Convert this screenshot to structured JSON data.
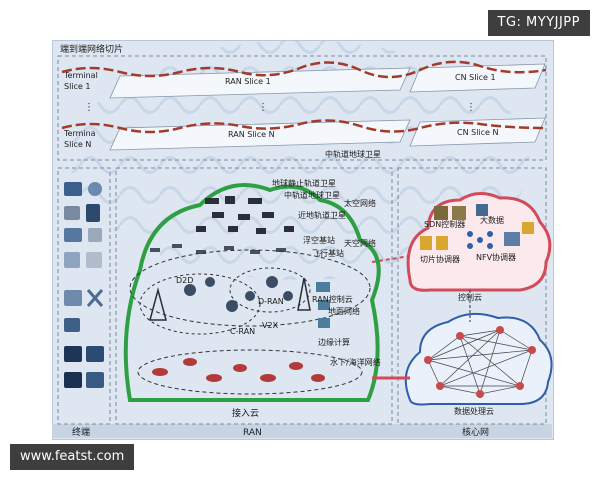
{
  "watermark": {
    "tg": "TG: MYYJJPP",
    "website": "www.featst.com"
  },
  "slicing": {
    "title": "端到端网络切片",
    "slice1": {
      "terminal": [
        "Terminal",
        "Slice 1"
      ],
      "ran": "RAN Slice 1",
      "cn": "CN Slice 1"
    },
    "sliceN": {
      "terminal": [
        "Termina",
        "Slice N"
      ],
      "ran": "RAN Slice N",
      "cn": "CN Slice N"
    },
    "dots": "⋮",
    "meo_label": "中轨道地球卫星"
  },
  "ran": {
    "geo": "地球静止轨道卫星",
    "meo": "中轨道地球卫星",
    "leo": "近地轨道卫星",
    "space": "太空网络",
    "stratosphere": "浮空基站",
    "aerial_bs": "飞行基站",
    "air": "天空网络",
    "d2d": "D2D",
    "dran": "D-RAN",
    "cran": "C-RAN",
    "v2x": "V2X",
    "ran_ctrl": "RAN控制云",
    "ground": "地面网络",
    "edge": "边缘计算",
    "underwater": "水下/海洋网络",
    "access_cloud": "接入云"
  },
  "core": {
    "sdn": "SDN控制器",
    "bigdata": "大数据",
    "slice_orch": "切片协调器",
    "nfv": "NFV协调器",
    "ctrl_cloud": "控制云",
    "data_cloud": "数据处理云"
  },
  "bottom": {
    "terminal": "终端",
    "ran": "RAN",
    "core": "核心网"
  },
  "colors": {
    "access_cloud": "#2ea043",
    "control_cloud": "#d24b5a",
    "data_cloud": "#2f5fa8",
    "slice_wave": "#a33b2b"
  }
}
